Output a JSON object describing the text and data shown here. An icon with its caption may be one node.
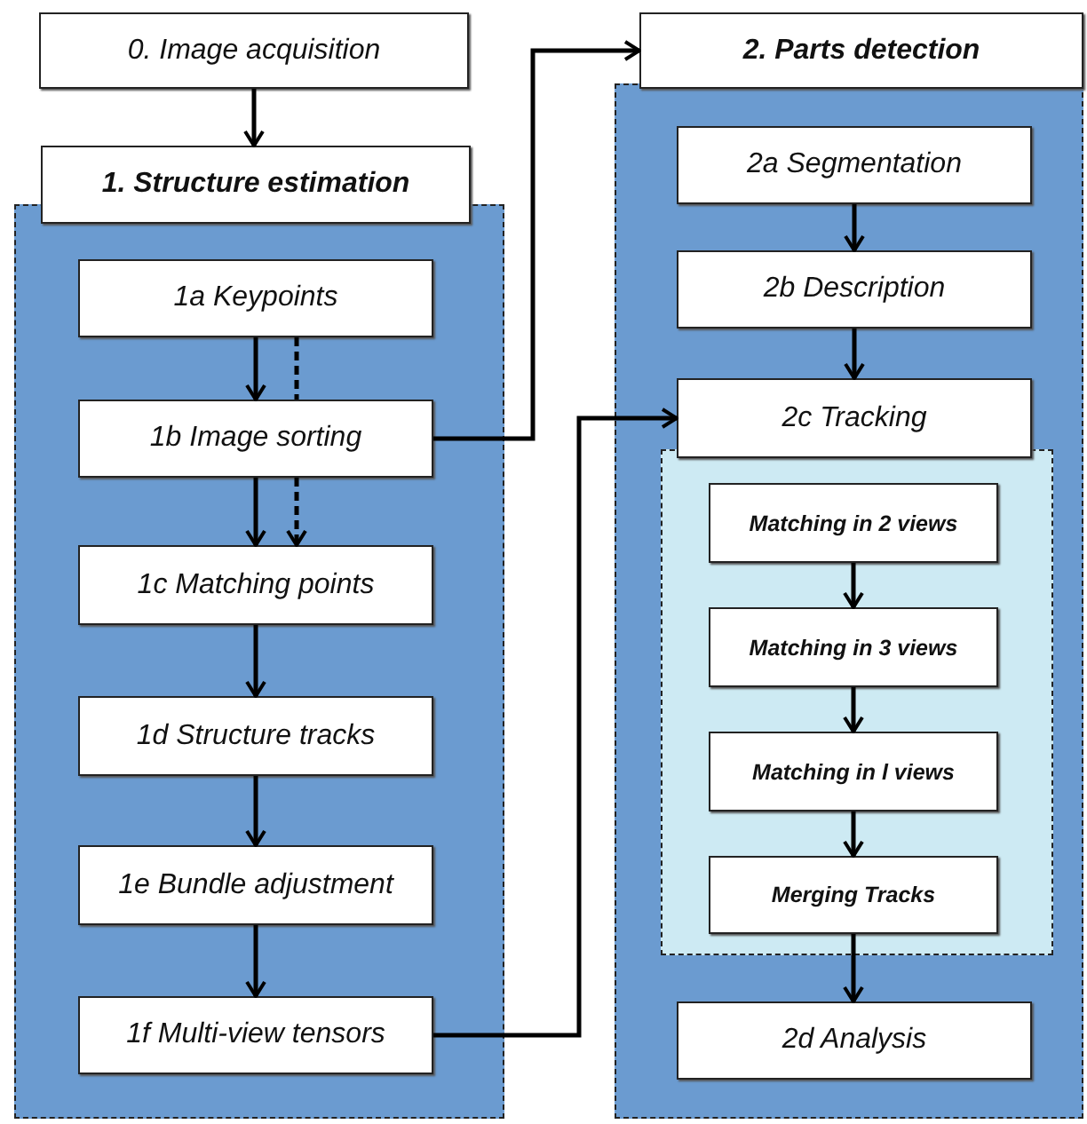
{
  "diagram": {
    "nodes": [
      {
        "text": [
          "0. Image acquisition"
        ]
      },
      {
        "text": [
          "1. Structure estimation"
        ]
      },
      {
        "text": [],
        "shape": "box"
      },
      {
        "text": [
          "1a Keypoints"
        ],
        "in": 2
      },
      {
        "text": [
          "1b Image sorting"
        ],
        "in": 2
      },
      {
        "text": [
          "1c Matching points"
        ],
        "in": 2
      },
      {
        "text": [
          "1d Structure tracks"
        ],
        "in": 2
      },
      {
        "text": [
          "1e Bundle adjustment"
        ],
        "in": 2
      },
      {
        "text": [
          "1f Multi-view tensors"
        ],
        "in": 2
      },
      {
        "text": [
          "2. Parts detection"
        ]
      },
      {
        "text": [],
        "shape": "box"
      },
      {
        "text": [
          "2a Segmentation"
        ],
        "in": 10
      },
      {
        "text": [
          "2b Description"
        ],
        "in": 10
      },
      {
        "text": [
          "2c Tracking"
        ],
        "in": 10
      },
      {
        "text": [],
        "shape": "box",
        "in": 10
      },
      {
        "text": [
          "Matching in 2 views"
        ],
        "in": 14
      },
      {
        "text": [
          "Matching in 3 views"
        ],
        "in": 14
      },
      {
        "text": [
          "Matching in l views"
        ],
        "in": 14
      },
      {
        "text": [
          "Merging Tracks"
        ],
        "in": 14
      },
      {
        "text": [
          "2d Analysis"
        ],
        "in": 10
      }
    ],
    "edges": [
      {
        "from": 0,
        "to": 1,
        "arrow": "to"
      },
      {
        "from": 3,
        "to": 4,
        "arrow": "to"
      },
      {
        "from": 3,
        "to": 4,
        "arrow": "none",
        "style": "dashed"
      },
      {
        "from": 4,
        "to": 5,
        "arrow": "to"
      },
      {
        "from": 4,
        "to": 5,
        "arrow": "to",
        "style": "dashed"
      },
      {
        "from": 4,
        "to": 9,
        "arrow": "to"
      },
      {
        "from": 5,
        "to": 6,
        "arrow": "to"
      },
      {
        "from": 6,
        "to": 7,
        "arrow": "to"
      },
      {
        "from": 7,
        "to": 8,
        "arrow": "to"
      },
      {
        "from": 8,
        "to": 13,
        "arrow": "to"
      },
      {
        "from": 11,
        "to": 12,
        "arrow": "to"
      },
      {
        "from": 12,
        "to": 13,
        "arrow": "to"
      },
      {
        "from": 15,
        "to": 16,
        "arrow": "to"
      },
      {
        "from": 16,
        "to": 17,
        "arrow": "to"
      },
      {
        "from": 17,
        "to": 18,
        "arrow": "to"
      },
      {
        "from": 18,
        "to": 19,
        "arrow": "to"
      }
    ]
  }
}
